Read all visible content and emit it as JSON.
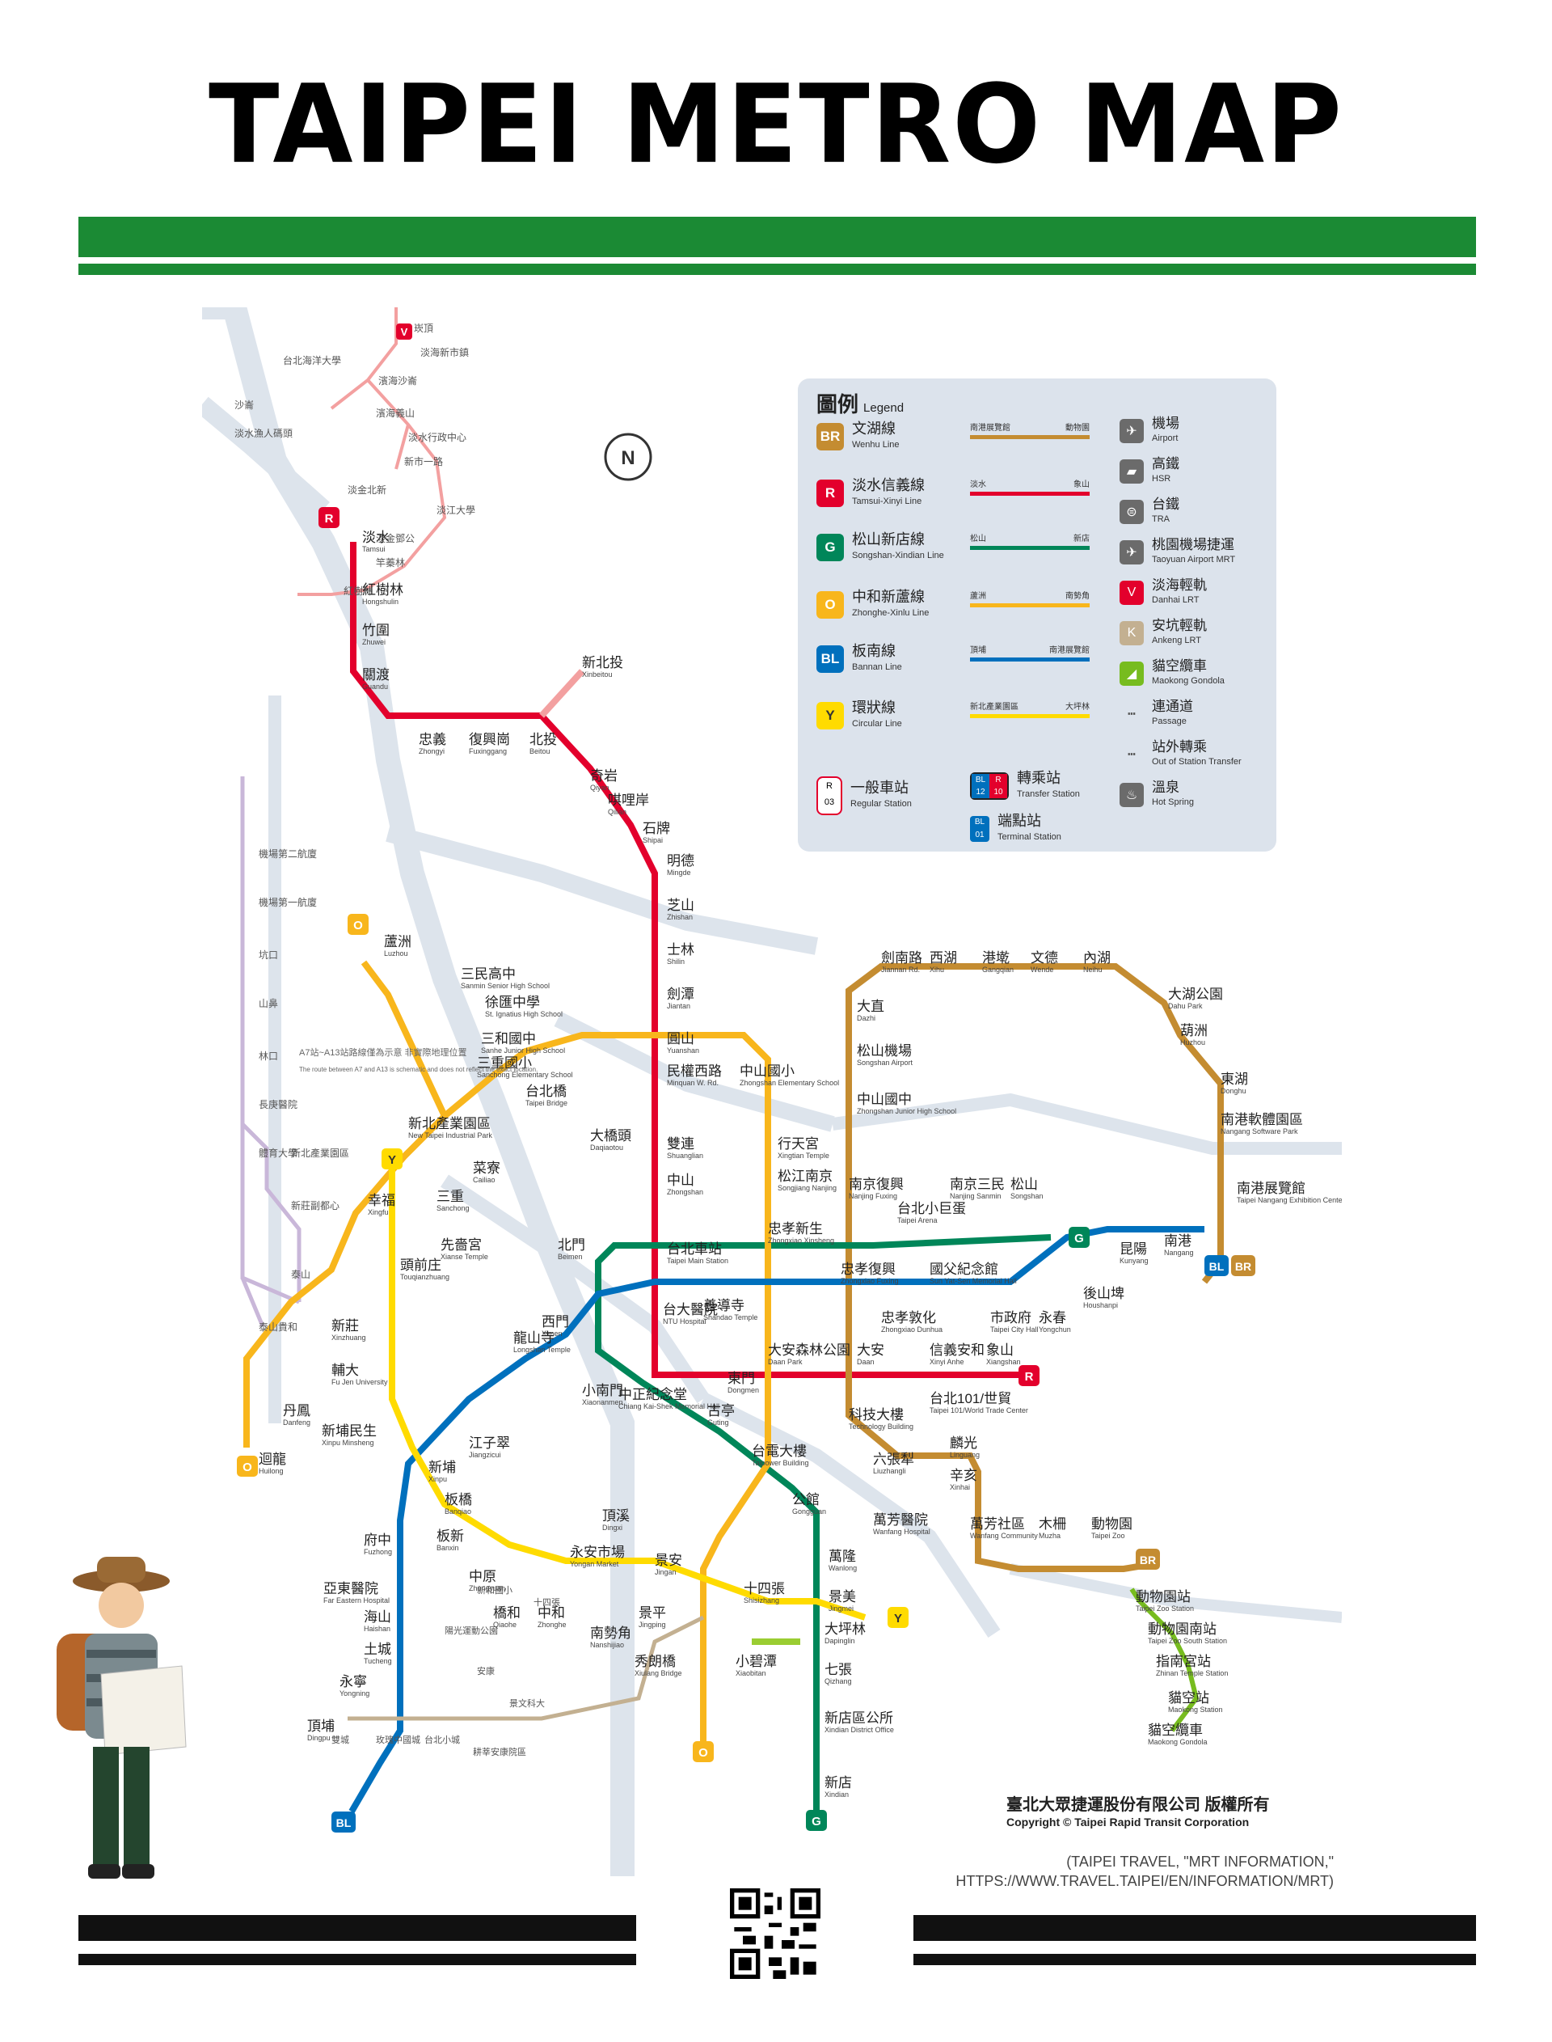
{
  "title": "TAIPEI METRO MAP",
  "colors": {
    "green_bar": "#1b8a34",
    "wenhu": "#c48c31",
    "tamsui_xinyi": "#e3002c",
    "songshan_xindian": "#008659",
    "zhonghe_xinlu": "#f8b61c",
    "bannan": "#0070bd",
    "circular": "#ffdb00",
    "danhai": "#f3a0a0",
    "ankeng": "#c3b091",
    "airport": "#8e47ad",
    "gondola": "#77bc1f"
  },
  "legend": {
    "title": "圖例",
    "title_en": "Legend",
    "lines": [
      {
        "code": "BR",
        "zh": "文湖線",
        "en": "Wenhu Line",
        "color": "#c48c31",
        "ends": [
          "南港展覽館",
          "動物園"
        ]
      },
      {
        "code": "R",
        "zh": "淡水信義線",
        "en": "Tamsui-Xinyi Line",
        "color": "#e3002c",
        "ends": [
          "淡水",
          "象山"
        ]
      },
      {
        "code": "G",
        "zh": "松山新店線",
        "en": "Songshan-Xindian Line",
        "color": "#008659",
        "ends": [
          "松山",
          "新店"
        ]
      },
      {
        "code": "O",
        "zh": "中和新蘆線",
        "en": "Zhonghe-Xinlu Line",
        "color": "#f8b61c",
        "ends": [
          "蘆洲",
          "南勢角"
        ]
      },
      {
        "code": "BL",
        "zh": "板南線",
        "en": "Bannan Line",
        "color": "#0070bd",
        "ends": [
          "頂埔",
          "南港展覽館"
        ]
      },
      {
        "code": "Y",
        "zh": "環狀線",
        "en": "Circular Line",
        "color": "#ffdb00",
        "ends": [
          "新北產業園區",
          "大坪林"
        ]
      }
    ],
    "regular_station": {
      "zh": "一般車站",
      "en": "Regular Station"
    },
    "transfer_station": {
      "zh": "轉乘站",
      "en": "Transfer Station"
    },
    "terminal_station": {
      "zh": "端點站",
      "en": "Terminal Station"
    },
    "symbols": [
      {
        "zh": "機場",
        "en": "Airport",
        "icon": "airplane-icon",
        "glyph": "✈"
      },
      {
        "zh": "高鐵",
        "en": "HSR",
        "icon": "hsr-icon",
        "glyph": "▰"
      },
      {
        "zh": "台鐵",
        "en": "TRA",
        "icon": "tra-icon",
        "glyph": "⊜"
      },
      {
        "zh": "桃園機場捷運",
        "en": "Taoyuan Airport MRT",
        "icon": "airport-mrt-icon",
        "glyph": "✈"
      },
      {
        "zh": "淡海輕軌",
        "en": "Danhai LRT",
        "icon": "danhai-lrt-icon",
        "glyph": "V"
      },
      {
        "zh": "安坑輕軌",
        "en": "Ankeng LRT",
        "icon": "ankeng-lrt-icon",
        "glyph": "K"
      },
      {
        "zh": "貓空纜車",
        "en": "Maokong Gondola",
        "icon": "gondola-icon",
        "glyph": "◢"
      },
      {
        "zh": "連通道",
        "en": "Passage",
        "icon": "passage-icon",
        "glyph": "┅"
      },
      {
        "zh": "站外轉乘",
        "en": "Out of Station Transfer",
        "icon": "transfer-icon",
        "glyph": "┅"
      },
      {
        "zh": "溫泉",
        "en": "Hot Spring",
        "icon": "hot-spring-icon",
        "glyph": "♨"
      }
    ]
  },
  "map": {
    "stations": [
      {
        "zh": "淡水",
        "en": "Tamsui"
      },
      {
        "zh": "紅樹林",
        "en": "Hongshulin"
      },
      {
        "zh": "竹圍",
        "en": "Zhuwei"
      },
      {
        "zh": "關渡",
        "en": "Guandu"
      },
      {
        "zh": "忠義",
        "en": "Zhongyi"
      },
      {
        "zh": "復興崗",
        "en": "Fuxinggang"
      },
      {
        "zh": "北投",
        "en": "Beitou"
      },
      {
        "zh": "新北投",
        "en": "Xinbeitou"
      },
      {
        "zh": "奇岩",
        "en": "Qiyan"
      },
      {
        "zh": "唭哩岸",
        "en": "Qilian"
      },
      {
        "zh": "石牌",
        "en": "Shipai"
      },
      {
        "zh": "明德",
        "en": "Mingde"
      },
      {
        "zh": "芝山",
        "en": "Zhishan"
      },
      {
        "zh": "士林",
        "en": "Shilin"
      },
      {
        "zh": "劍潭",
        "en": "Jiantan"
      },
      {
        "zh": "圓山",
        "en": "Yuanshan"
      },
      {
        "zh": "民權西路",
        "en": "Minquan W. Rd."
      },
      {
        "zh": "雙連",
        "en": "Shuanglian"
      },
      {
        "zh": "中山",
        "en": "Zhongshan"
      },
      {
        "zh": "台北車站",
        "en": "Taipei Main Station"
      },
      {
        "zh": "台大醫院",
        "en": "NTU Hospital"
      },
      {
        "zh": "中正紀念堂",
        "en": "Chiang Kai-Shek Memorial Hall"
      },
      {
        "zh": "東門",
        "en": "Dongmen"
      },
      {
        "zh": "大安森林公園",
        "en": "Daan Park"
      },
      {
        "zh": "大安",
        "en": "Daan"
      },
      {
        "zh": "信義安和",
        "en": "Xinyi Anhe"
      },
      {
        "zh": "台北101/世貿",
        "en": "Taipei 101/World Trade Center"
      },
      {
        "zh": "象山",
        "en": "Xiangshan"
      },
      {
        "zh": "蘆洲",
        "en": "Luzhou"
      },
      {
        "zh": "三民高中",
        "en": "Sanmin Senior High School"
      },
      {
        "zh": "徐匯中學",
        "en": "St. Ignatius High School"
      },
      {
        "zh": "三和國中",
        "en": "Sanhe Junior High School"
      },
      {
        "zh": "三重國小",
        "en": "Sanchong Elementary School"
      },
      {
        "zh": "台北橋",
        "en": "Taipei Bridge"
      },
      {
        "zh": "大橋頭",
        "en": "Daqiaotou"
      },
      {
        "zh": "中山國小",
        "en": "Zhongshan Elementary School"
      },
      {
        "zh": "行天宮",
        "en": "Xingtian Temple"
      },
      {
        "zh": "松江南京",
        "en": "Songjiang Nanjing"
      },
      {
        "zh": "忠孝新生",
        "en": "Zhongxiao Xinsheng"
      },
      {
        "zh": "古亭",
        "en": "Guting"
      },
      {
        "zh": "頂溪",
        "en": "Dingxi"
      },
      {
        "zh": "永安市場",
        "en": "Yongan Market"
      },
      {
        "zh": "景安",
        "en": "Jingan"
      },
      {
        "zh": "南勢角",
        "en": "Nanshijiao"
      },
      {
        "zh": "菜寮",
        "en": "Cailiao"
      },
      {
        "zh": "三重",
        "en": "Sanchong"
      },
      {
        "zh": "先嗇宮",
        "en": "Xianse Temple"
      },
      {
        "zh": "頭前庄",
        "en": "Touqianzhuang"
      },
      {
        "zh": "新莊",
        "en": "Xinzhuang"
      },
      {
        "zh": "輔大",
        "en": "Fu Jen University"
      },
      {
        "zh": "丹鳳",
        "en": "Danfeng"
      },
      {
        "zh": "迴龍",
        "en": "Huilong"
      },
      {
        "zh": "松山",
        "en": "Songshan"
      },
      {
        "zh": "南京三民",
        "en": "Nanjing Sanmin"
      },
      {
        "zh": "台北小巨蛋",
        "en": "Taipei Arena"
      },
      {
        "zh": "南京復興",
        "en": "Nanjing Fuxing"
      },
      {
        "zh": "北門",
        "en": "Beimen"
      },
      {
        "zh": "西門",
        "en": "Ximen"
      },
      {
        "zh": "小南門",
        "en": "Xiaonanmen"
      },
      {
        "zh": "台電大樓",
        "en": "Taipower Building"
      },
      {
        "zh": "公館",
        "en": "Gongguan"
      },
      {
        "zh": "萬隆",
        "en": "Wanlong"
      },
      {
        "zh": "景美",
        "en": "Jingmei"
      },
      {
        "zh": "大坪林",
        "en": "Dapinglin"
      },
      {
        "zh": "七張",
        "en": "Qizhang"
      },
      {
        "zh": "新店區公所",
        "en": "Xindian District Office"
      },
      {
        "zh": "新店",
        "en": "Xindian"
      },
      {
        "zh": "小碧潭",
        "en": "Xiaobitan"
      },
      {
        "zh": "南港展覽館",
        "en": "Taipei Nangang Exhibition Center"
      },
      {
        "zh": "南港",
        "en": "Nangang"
      },
      {
        "zh": "昆陽",
        "en": "Kunyang"
      },
      {
        "zh": "後山埤",
        "en": "Houshanpi"
      },
      {
        "zh": "永春",
        "en": "Yongchun"
      },
      {
        "zh": "市政府",
        "en": "Taipei City Hall"
      },
      {
        "zh": "國父紀念館",
        "en": "Sun Yat-Sen Memorial Hall"
      },
      {
        "zh": "忠孝敦化",
        "en": "Zhongxiao Dunhua"
      },
      {
        "zh": "忠孝復興",
        "en": "Zhongxiao Fuxing"
      },
      {
        "zh": "善導寺",
        "en": "Shandao Temple"
      },
      {
        "zh": "龍山寺",
        "en": "Longshan Temple"
      },
      {
        "zh": "江子翠",
        "en": "Jiangzicui"
      },
      {
        "zh": "新埔",
        "en": "Xinpu"
      },
      {
        "zh": "板橋",
        "en": "Banqiao"
      },
      {
        "zh": "府中",
        "en": "Fuzhong"
      },
      {
        "zh": "亞東醫院",
        "en": "Far Eastern Hospital"
      },
      {
        "zh": "海山",
        "en": "Haishan"
      },
      {
        "zh": "土城",
        "en": "Tucheng"
      },
      {
        "zh": "永寧",
        "en": "Yongning"
      },
      {
        "zh": "頂埔",
        "en": "Dingpu"
      },
      {
        "zh": "劍南路",
        "en": "Jiannan Rd."
      },
      {
        "zh": "西湖",
        "en": "Xihu"
      },
      {
        "zh": "港墘",
        "en": "Gangqian"
      },
      {
        "zh": "文德",
        "en": "Wende"
      },
      {
        "zh": "內湖",
        "en": "Neihu"
      },
      {
        "zh": "大湖公園",
        "en": "Dahu Park"
      },
      {
        "zh": "葫洲",
        "en": "Huzhou"
      },
      {
        "zh": "東湖",
        "en": "Donghu"
      },
      {
        "zh": "南港軟體園區",
        "en": "Nangang Software Park"
      },
      {
        "zh": "大直",
        "en": "Dazhi"
      },
      {
        "zh": "松山機場",
        "en": "Songshan Airport"
      },
      {
        "zh": "中山國中",
        "en": "Zhongshan Junior High School"
      },
      {
        "zh": "科技大樓",
        "en": "Technology Building"
      },
      {
        "zh": "六張犁",
        "en": "Liuzhangli"
      },
      {
        "zh": "麟光",
        "en": "Linguang"
      },
      {
        "zh": "辛亥",
        "en": "Xinhai"
      },
      {
        "zh": "萬芳醫院",
        "en": "Wanfang Hospital"
      },
      {
        "zh": "萬芳社區",
        "en": "Wanfang Community"
      },
      {
        "zh": "木柵",
        "en": "Muzha"
      },
      {
        "zh": "動物園",
        "en": "Taipei Zoo"
      },
      {
        "zh": "新北產業園區",
        "en": "New Taipei Industrial Park"
      },
      {
        "zh": "幸福",
        "en": "Xingfu"
      },
      {
        "zh": "新埔民生",
        "en": "Xinpu Minsheng"
      },
      {
        "zh": "板新",
        "en": "Banxin"
      },
      {
        "zh": "中原",
        "en": "Zhongyuan"
      },
      {
        "zh": "橋和",
        "en": "Qiaohe"
      },
      {
        "zh": "中和",
        "en": "Zhonghe"
      },
      {
        "zh": "景平",
        "en": "Jingping"
      },
      {
        "zh": "秀朗橋",
        "en": "Xiulang Bridge"
      },
      {
        "zh": "十四張",
        "en": "Shisizhang"
      },
      {
        "zh": "動物園站",
        "en": "Taipei Zoo Station"
      },
      {
        "zh": "動物園南站",
        "en": "Taipei Zoo South Station"
      },
      {
        "zh": "指南宮站",
        "en": "Zhinan Temple Station"
      },
      {
        "zh": "貓空站",
        "en": "Maokong Station"
      },
      {
        "zh": "貓空纜車",
        "en": "Maokong Gondola"
      }
    ],
    "danhai": [
      "崁頂",
      "淡海新市鎮",
      "濱海沙崙",
      "台北海洋大學",
      "沙崙",
      "淡水漁人碼頭",
      "濱海義山",
      "淡水行政中心",
      "新市一路",
      "淡金北新",
      "淡江大學",
      "淡金鄧公",
      "竿蓁林",
      "紅樹林"
    ],
    "airport": [
      "機場第二航廈",
      "機場第一航廈",
      "坑口",
      "山鼻",
      "林口",
      "長庚醫院",
      "體育大學",
      "新北產業園區",
      "新莊副都心",
      "泰山",
      "泰山貴和"
    ],
    "ankeng": [
      "雙城",
      "玫瑰中國城",
      "台北小城",
      "耕莘安康院區",
      "景文科大",
      "安康",
      "陽光運動公園",
      "新和國小",
      "十四張"
    ],
    "note_zh": "A7站~A13站路線僅為示意 非實際地理位置",
    "note_en": "The route between A7 and A13 is schematic and does not reflect the exact location."
  },
  "copyright_zh": "臺北大眾捷運股份有限公司  版權所有",
  "copyright_en": "Copyright © Taipei Rapid Transit Corporation",
  "citation": "(TAIPEI TRAVEL, \"MRT INFORMATION,\" HTTPS://WWW.TRAVEL.TAIPEI/EN/INFORMATION/MRT)"
}
